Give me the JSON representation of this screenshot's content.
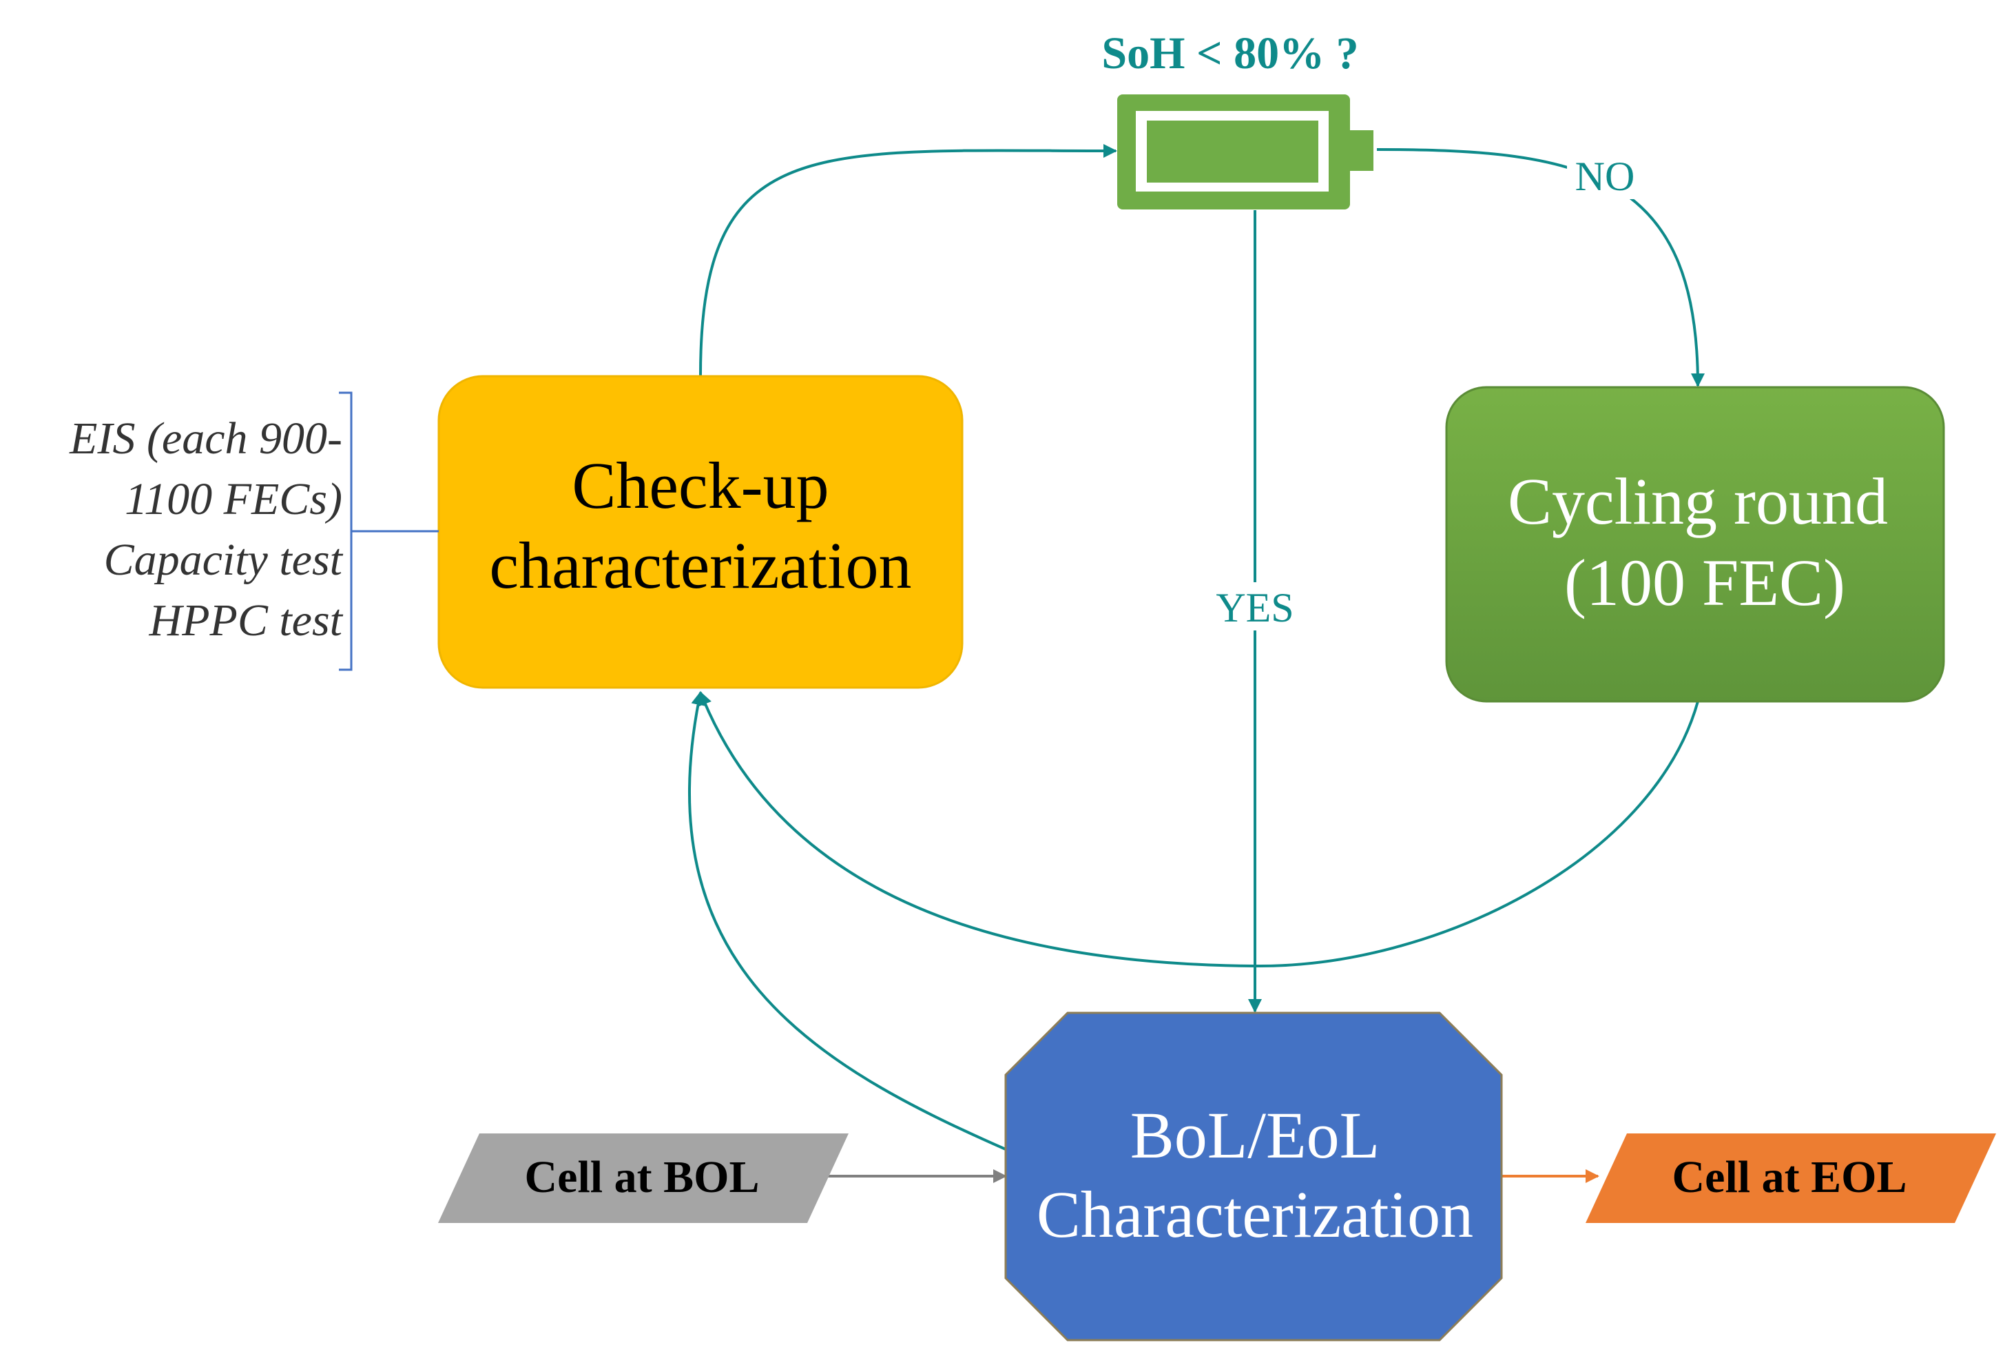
{
  "nodes": {
    "soh_question": "SoH < 80% ?",
    "checkup": {
      "line1": "Check-up",
      "line2": "characterization"
    },
    "cycling": {
      "line1": "Cycling round",
      "line2": "(100 FEC)"
    },
    "bol_eol": {
      "line1": "BoL/EoL",
      "line2": "Characterization"
    },
    "cell_bol": "Cell at BOL",
    "cell_eol": "Cell at EOL"
  },
  "edge_labels": {
    "no": "NO",
    "yes": "YES"
  },
  "checkup_tests": {
    "line1": "EIS (each 900-",
    "line2": "1100 FECs)",
    "line3": "Capacity test",
    "line4": "HPPC test"
  },
  "colors": {
    "checkup_fill": "#FFC000",
    "cycling_fill": "#70AD47",
    "bol_eol_fill": "#4472C4",
    "cell_bol_fill": "#A5A5A5",
    "cell_eol_fill": "#ED7D31",
    "battery_fill": "#70AD47",
    "connector": "#0E8A8A",
    "bracket": "#4472C4",
    "bol_arrow": "#808080",
    "eol_arrow": "#ED7D31"
  },
  "icons": {
    "battery": "battery-icon"
  }
}
